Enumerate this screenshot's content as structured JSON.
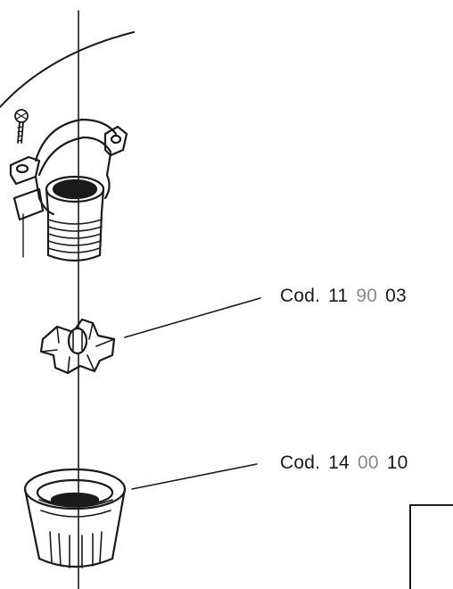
{
  "parts": [
    {
      "prefix": "Cod.",
      "group": "11",
      "sub": "90",
      "item": "03"
    },
    {
      "prefix": "Cod.",
      "group": "14",
      "sub": "00",
      "item": "10"
    }
  ]
}
